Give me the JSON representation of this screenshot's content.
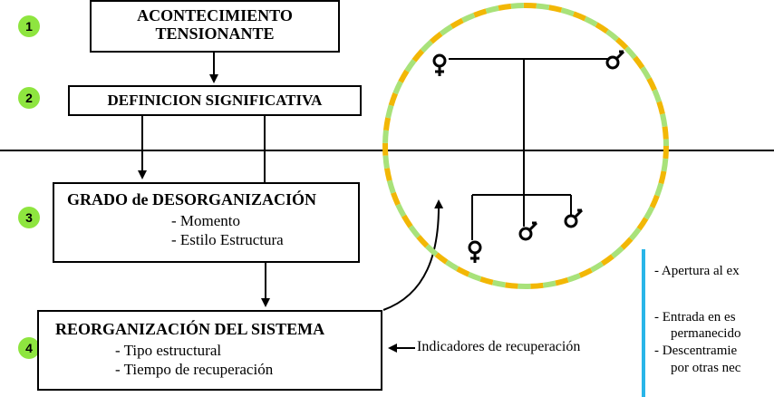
{
  "steps": [
    {
      "number": "1",
      "title_line1": "ACONTECIMIENTO",
      "title_line2": "TENSIONANTE"
    },
    {
      "number": "2",
      "title": "DEFINICION SIGNIFICATIVA"
    },
    {
      "number": "3",
      "title": "GRADO de DESORGANIZACIÓN",
      "items": [
        "- Momento",
        "- Estilo Estructura"
      ]
    },
    {
      "number": "4",
      "title": "REORGANIZACIÓN DEL SISTEMA",
      "items": [
        "- Tipo estructural",
        "- Tiempo de recuperación"
      ]
    }
  ],
  "indicator_label": "Indicadores de recuperación",
  "right_notes": [
    "- Apertura al ex",
    "- Entrada en es",
    "permanecido",
    "- Descentramie",
    "por otras nec"
  ],
  "colors": {
    "badge": "#8ee53f",
    "dash_orange": "#f2b705",
    "dash_green": "#a8e27a",
    "accent_bar": "#29b5e8"
  }
}
